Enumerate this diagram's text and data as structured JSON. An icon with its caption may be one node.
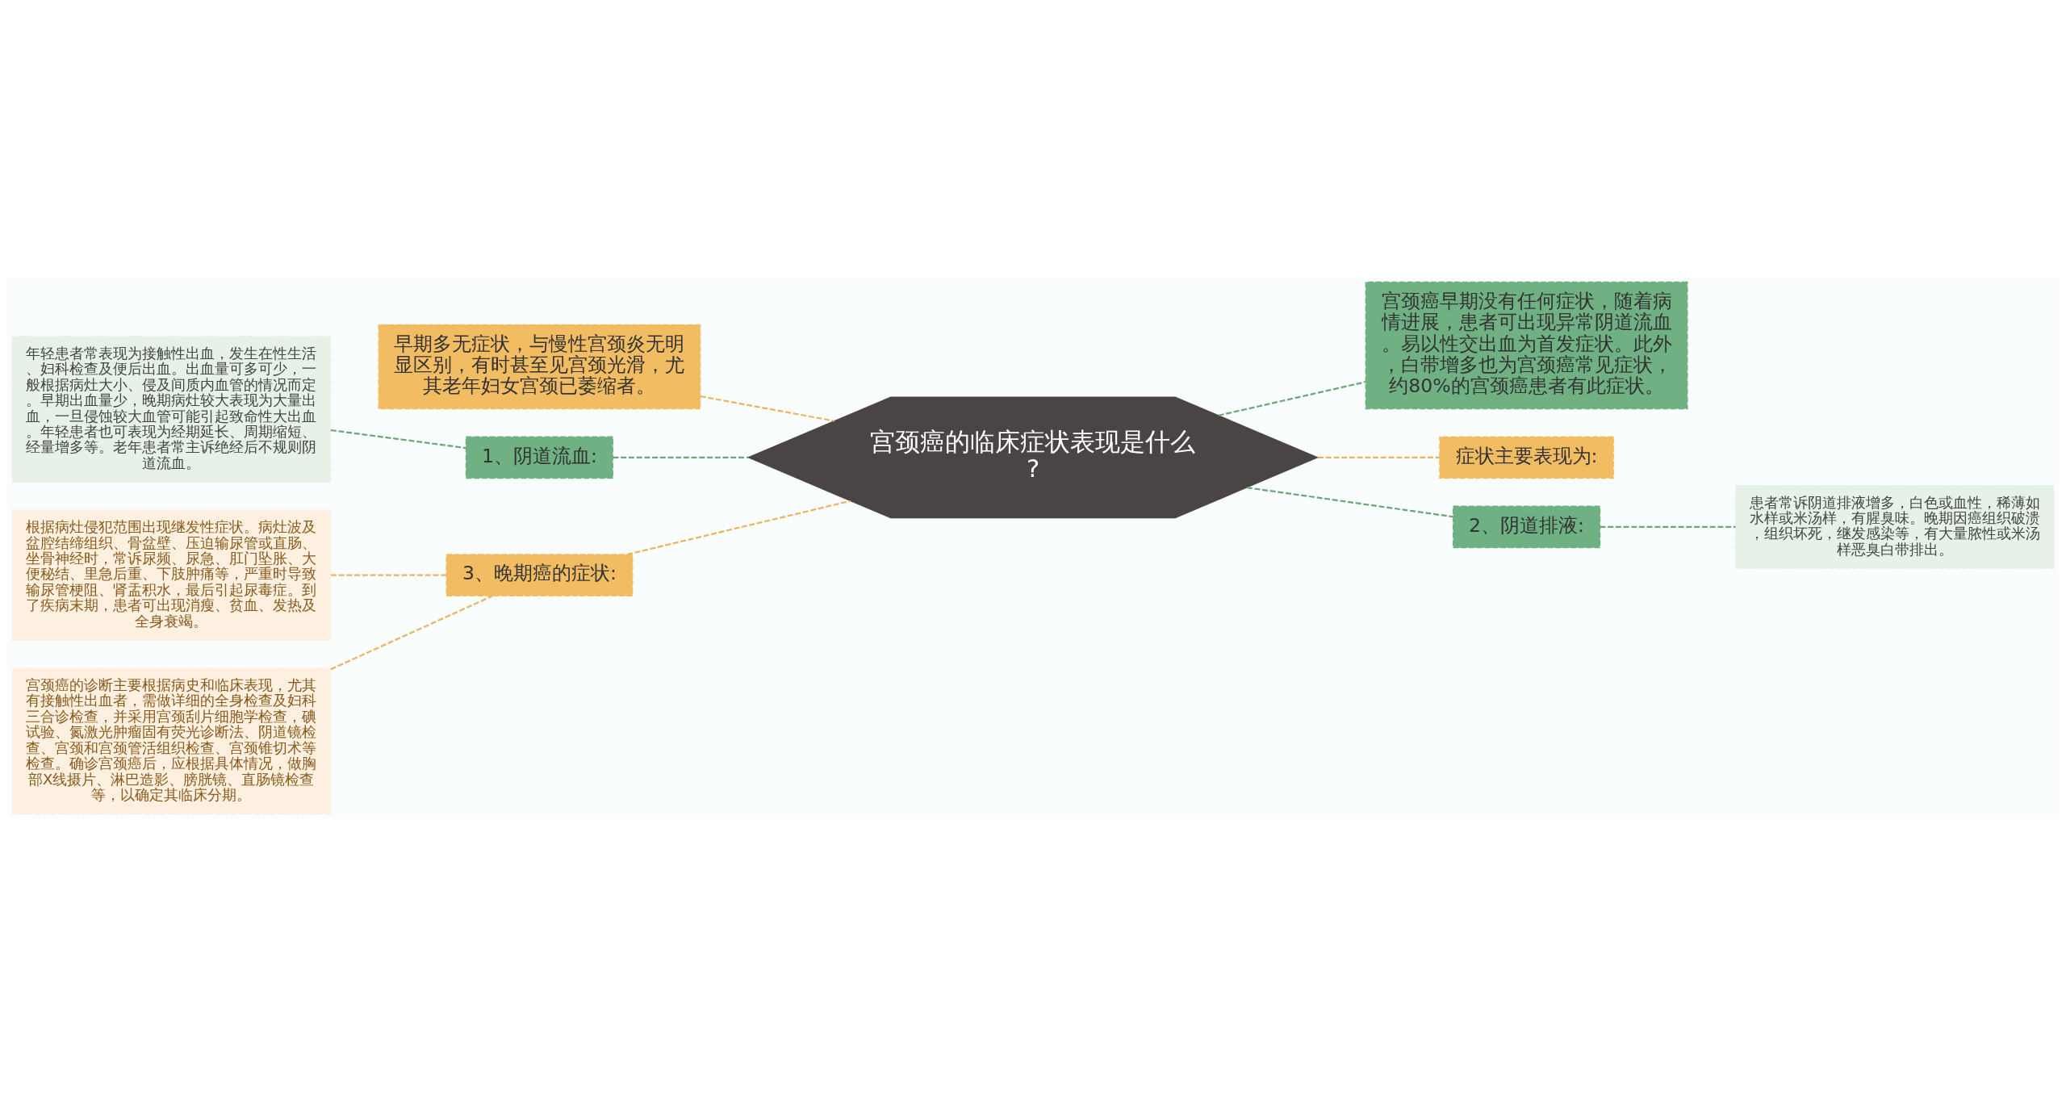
{
  "diagram": {
    "nodes": [
      {
        "text": [
          "宫颈癌的临床症状表现是什么?"
        ]
      },
      {
        "text": [
          "早期多无症状，与慢性宫颈炎无明显区别，有时甚至见宫颈光滑，尤其老年妇女宫颈已萎缩者。"
        ]
      },
      {
        "text": [
          "1、阴道流血:"
        ]
      },
      {
        "text": [
          "年轻患者常表现为接触性出血，发生在性生活、妇科检查及便后出血。出血量可多可少，一般根据病灶大小、侵及间质内血管的情况而定。早期出血量少，晚期病灶较大表现为大量出血，一旦侵蚀较大血管可能引起致命性大出血。年轻患者也可表现为经期延长、周期缩短、经量增多等。老年患者常主诉绝经后不规则阴道流血。"
        ]
      },
      {
        "text": [
          "3、晚期癌的症状:"
        ]
      },
      {
        "text": [
          "根据病灶侵犯范围出现继发性症状。病灶波及盆腔结缔组织、骨盆壁、压迫输尿管或直肠、坐骨神经时，常诉尿频、尿急、肛门坠胀、大便秘结、里急后重、下肢肿痛等，严重时导致输尿管梗阻、肾盂积水，最后引起尿毒症。到了疾病末期，患者可出现消瘦、贫血、发热及全身衰竭。"
        ]
      },
      {
        "text": [
          "宫颈癌的诊断主要根据病史和临床表现，尤其有接触性出血者，需做详细的全身检查及妇科三合诊检查，并采用宫颈刮片细胞学检查，碘试验、氮激光肿瘤固有荧光诊断法、阴道镜检查、宫颈和宫颈管活组织检查、宫颈锥切术等检查。确诊宫颈癌后，应根据具体情况，做胸部X线摄片、淋巴造影、膀胱镜、直肠镜检查等，以确定其临床分期。"
        ]
      },
      {
        "text": [
          "宫颈癌早期没有任何症状，随着病情进展，患者可出现异常阴道流血。易以性交出血为首发症状。此外，白带增多也为宫颈癌常见症状，约80%的宫颈癌患者有此症状。"
        ]
      },
      {
        "text": [
          "症状主要表现为:"
        ]
      },
      {
        "text": [
          "2、阴道排液:"
        ]
      },
      {
        "text": [
          "患者常诉阴道排液增多，白色或血性，稀薄如水样或米汤样，有腥臭味。晚期因癌组织破溃，组织坏死，继发感染等，有大量脓性或米汤样恶臭白带排出。"
        ]
      }
    ],
    "edges": [
      {
        "from": 0,
        "to": 1,
        "arrow": "none",
        "style": "dashed",
        "color": "#e8b55e"
      },
      {
        "from": 0,
        "to": 2,
        "arrow": "none",
        "style": "dashed",
        "color": "#6aa57b"
      },
      {
        "from": 2,
        "to": 3,
        "arrow": "none",
        "style": "dashed",
        "color": "#6aa57b"
      },
      {
        "from": 0,
        "to": 4,
        "arrow": "none",
        "style": "dashed",
        "color": "#e8b55e"
      },
      {
        "from": 4,
        "to": 5,
        "arrow": "none",
        "style": "dashed",
        "color": "#e8b55e"
      },
      {
        "from": 4,
        "to": 6,
        "arrow": "none",
        "style": "dashed",
        "color": "#e8b55e"
      },
      {
        "from": 0,
        "to": 7,
        "arrow": "none",
        "style": "dashed",
        "color": "#6aa57b"
      },
      {
        "from": 0,
        "to": 8,
        "arrow": "none",
        "style": "dashed",
        "color": "#e8b55e"
      },
      {
        "from": 0,
        "to": 9,
        "arrow": "none",
        "style": "dashed",
        "color": "#6aa57b"
      },
      {
        "from": 9,
        "to": 10,
        "arrow": "none",
        "style": "dashed",
        "color": "#6aa57b"
      }
    ]
  }
}
